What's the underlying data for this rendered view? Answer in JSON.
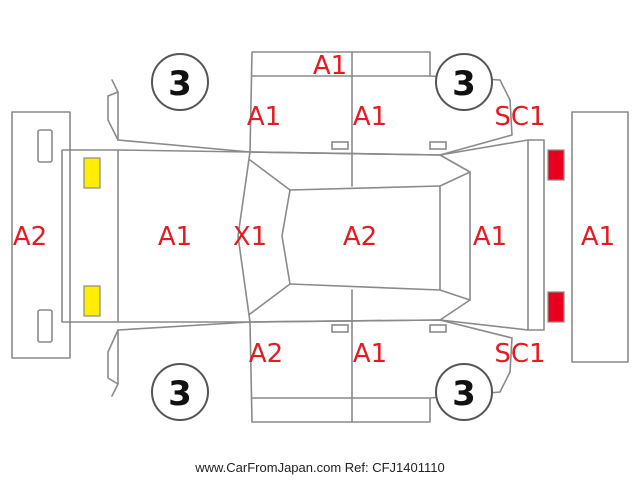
{
  "diagram": {
    "tires": {
      "front_left": "3",
      "front_right": "3",
      "rear_left": "3",
      "rear_right": "3"
    },
    "codes": {
      "roof_top": "A1",
      "front_door_left_top": "A1",
      "rear_door_left_top": "A1",
      "rear_quarter_left": "SC1",
      "front_bumper": "A2",
      "hood": "A1",
      "windshield": "X1",
      "roof": "A2",
      "trunk": "A1",
      "rear_bumper": "A1",
      "front_door_right": "A2",
      "rear_door_right": "A1",
      "rear_quarter_right": "SC1"
    },
    "colors": {
      "damage_code": "#e31b23",
      "headlight": "#ffee00",
      "taillight": "#e8001c",
      "outline": "#8a8a8a"
    },
    "watermark": "www.CarFromJapan.com Ref: CFJ1401110"
  }
}
